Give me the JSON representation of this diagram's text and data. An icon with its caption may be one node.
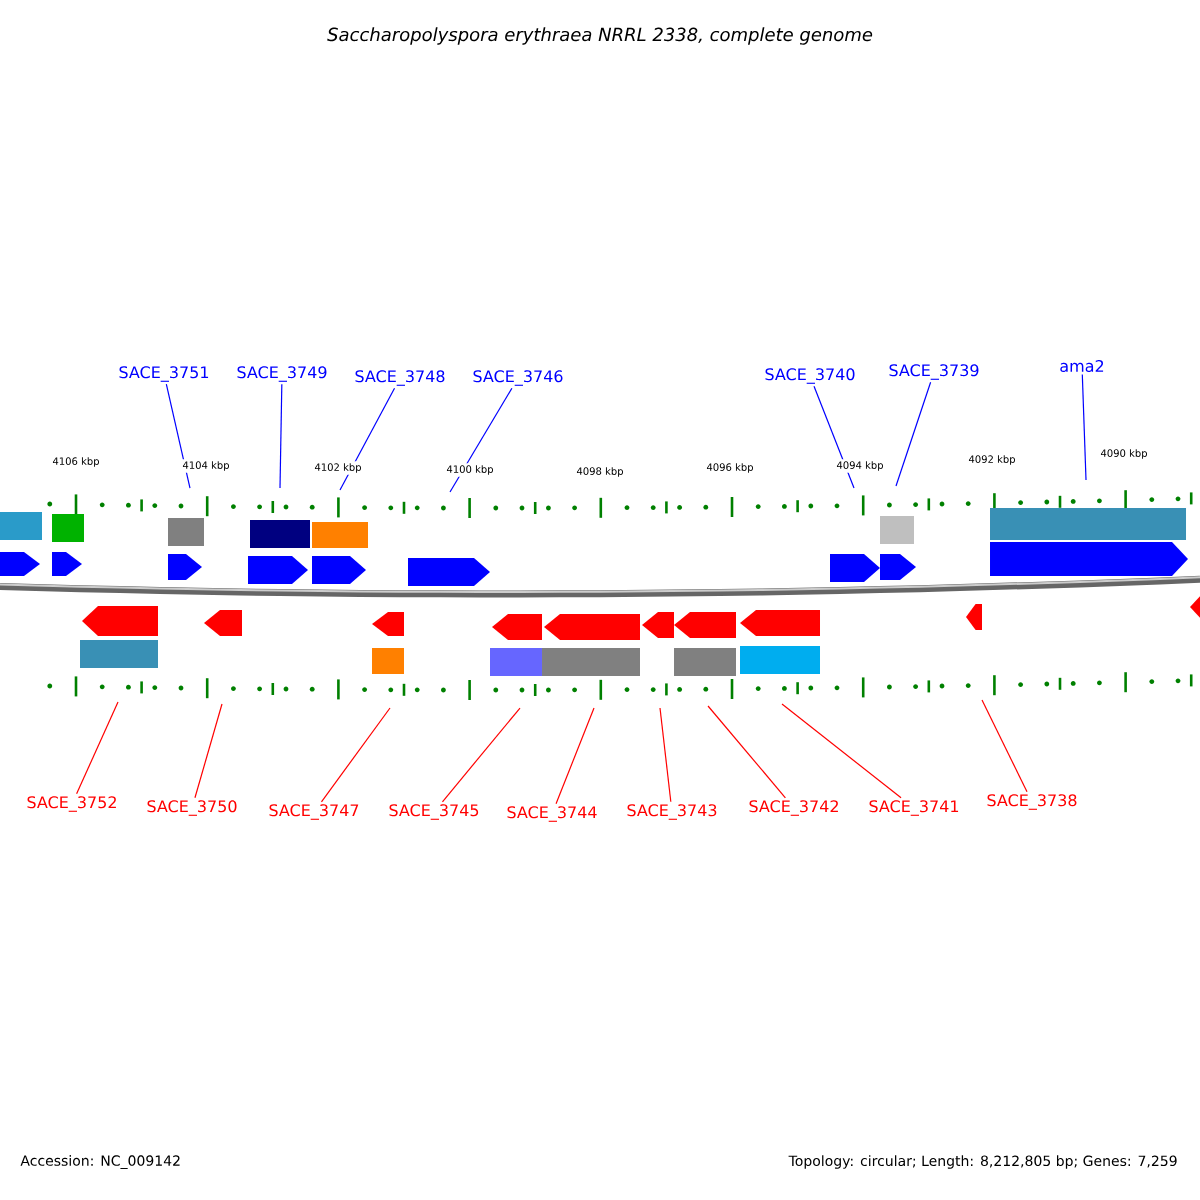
{
  "diagram": {
    "title": "Saccharopolyspora erythraea NRRL 2338, complete genome",
    "nodes": [
      {
        "text": [
          "SACE_3751"
        ]
      },
      {
        "text": [
          "SACE_3749"
        ]
      },
      {
        "text": [
          "SACE_3748"
        ]
      },
      {
        "text": [
          "SACE_3746"
        ]
      },
      {
        "text": [
          "SACE_3740"
        ]
      },
      {
        "text": [
          "SACE_3739"
        ]
      },
      {
        "text": [
          "ama2"
        ]
      },
      {
        "text": [
          "SACE_3752"
        ]
      },
      {
        "text": [
          "SACE_3750"
        ]
      },
      {
        "text": [
          "SACE_3747"
        ]
      },
      {
        "text": [
          "SACE_3745"
        ]
      },
      {
        "text": [
          "SACE_3744"
        ]
      },
      {
        "text": [
          "SACE_3743"
        ]
      },
      {
        "text": [
          "SACE_3742"
        ]
      },
      {
        "text": [
          "SACE_3741"
        ]
      },
      {
        "text": [
          "SACE_3738"
        ]
      }
    ],
    "edges": [
      {
        "from": 0,
        "to": null,
        "arrow": "none",
        "color": "#0000ff"
      },
      {
        "from": 1,
        "to": null,
        "arrow": "none",
        "color": "#0000ff"
      },
      {
        "from": 2,
        "to": null,
        "arrow": "none",
        "color": "#0000ff"
      },
      {
        "from": 3,
        "to": null,
        "arrow": "none",
        "color": "#0000ff"
      },
      {
        "from": 4,
        "to": null,
        "arrow": "none",
        "color": "#0000ff"
      },
      {
        "from": 5,
        "to": null,
        "arrow": "none",
        "color": "#0000ff"
      },
      {
        "from": 6,
        "to": null,
        "arrow": "none",
        "color": "#0000ff"
      },
      {
        "from": 7,
        "to": null,
        "arrow": "none"
      },
      {
        "from": 8,
        "to": null,
        "arrow": "none"
      },
      {
        "from": 9,
        "to": null,
        "arrow": "none"
      },
      {
        "from": 10,
        "to": null,
        "arrow": "none"
      },
      {
        "from": 11,
        "to": null,
        "arrow": "none"
      },
      {
        "from": 12,
        "to": null,
        "arrow": "none"
      },
      {
        "from": 13,
        "to": null,
        "arrow": "none"
      },
      {
        "from": 14,
        "to": null,
        "arrow": "none"
      },
      {
        "from": 15,
        "to": null,
        "arrow": "none"
      }
    ],
    "labels": [
      "4106 kbp",
      "4104 kbp",
      "4102 kbp",
      "4100 kbp",
      "4098 kbp",
      "4096 kbp",
      "4094 kbp",
      "4092 kbp",
      "4090 kbp",
      "Accession: NC_009142",
      "Topology: circular; Length: 8,212,805 bp; Genes: 7,259"
    ]
  }
}
